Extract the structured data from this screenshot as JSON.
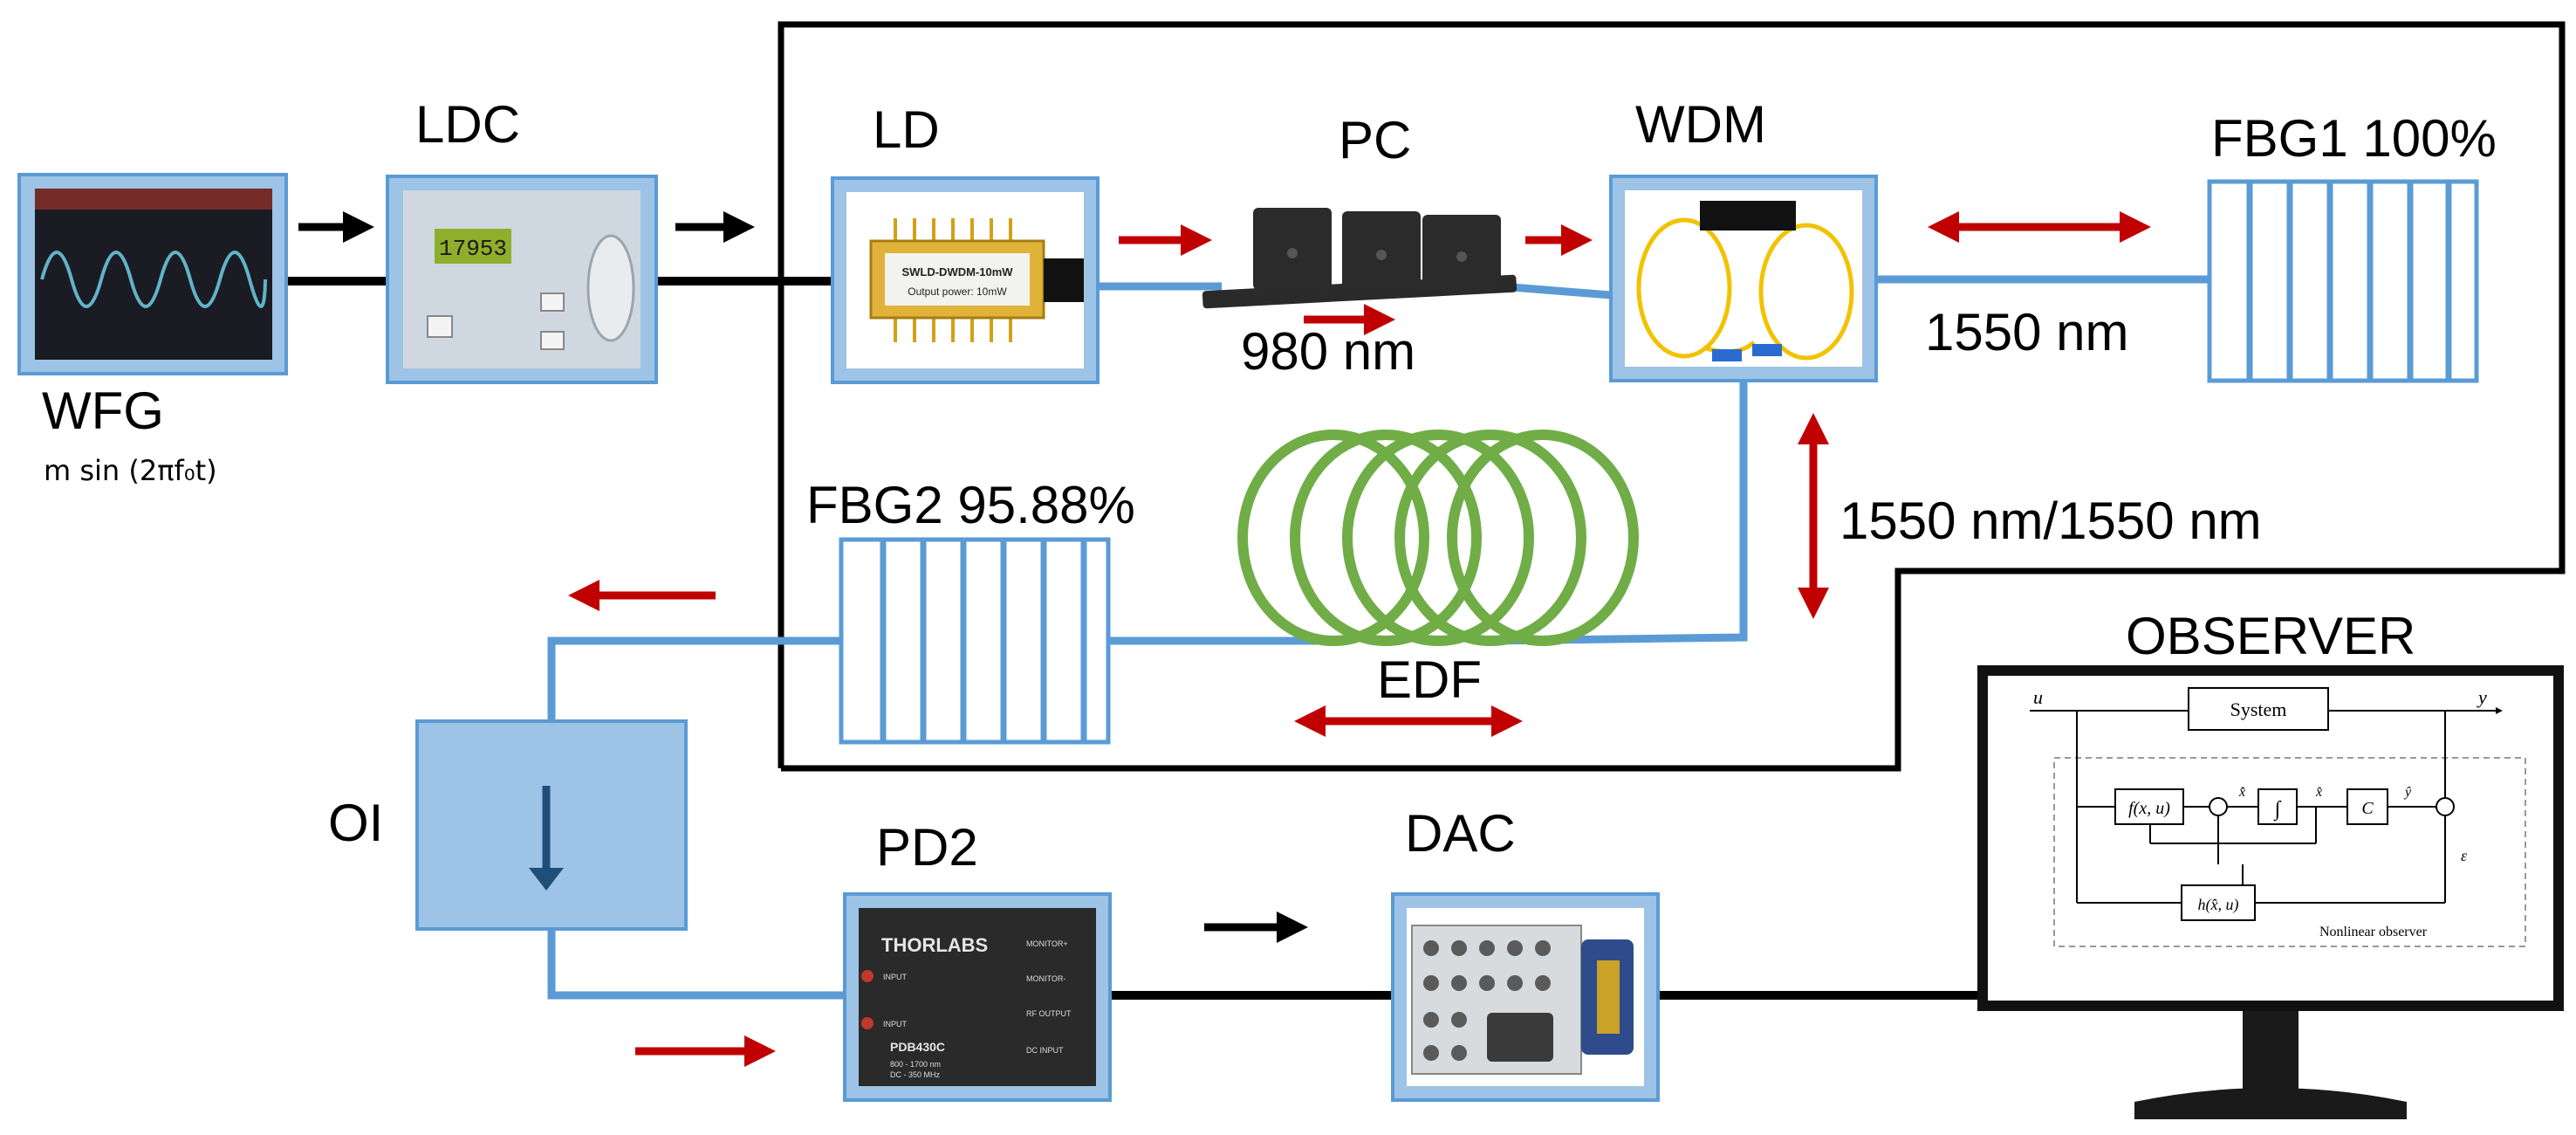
{
  "labels": {
    "ldc": "LDC",
    "wfg": "WFG",
    "wfg_formula": "m sin (2πf₀t)",
    "ld": "LD",
    "pc": "PC",
    "wdm": "WDM",
    "fbg1": "FBG1 100%",
    "wl_980": "980 nm",
    "wl_1550": "1550 nm",
    "wl_1550_1550": "1550 nm/1550 nm",
    "fbg2": "FBG2 95.88%",
    "edf": "EDF",
    "oi": "OI",
    "pd2": "PD2",
    "dac": "DAC",
    "observer": "OBSERVER"
  },
  "ld_chip": {
    "line1": "SWLD-DWDM-10mW",
    "line2": "Output power: 10mW"
  },
  "pd2_device": {
    "brand": "THORLABS",
    "model": "PDB430C",
    "spec1": "800 - 1700 nm",
    "spec2": "DC - 350 MHz",
    "monitor_plus": "MONITOR+",
    "monitor_minus": "MONITOR-",
    "rf_output": "RF OUTPUT",
    "dc_input": "DC INPUT",
    "input1": "INPUT",
    "input2": "INPUT"
  },
  "ldc_display": "17953",
  "observer_diagram": {
    "u": "u",
    "y": "y",
    "system": "System",
    "f": "f(x, u)",
    "integral": "∫",
    "xhat": "x̂",
    "xhat_dot": "x̂̇",
    "c": "C",
    "yhat": "ŷ",
    "eps": "ε",
    "h": "h(x̂, u)",
    "nonlinear": "Nonlinear observer"
  },
  "colors": {
    "fiber": "#5b9bd5",
    "device_frame": "#9dc3e6",
    "red_arrow": "#c00000",
    "edf_coil": "#70ad47",
    "oi_fill": "#9dc3e6",
    "oi_arrow": "#1f4e79"
  }
}
